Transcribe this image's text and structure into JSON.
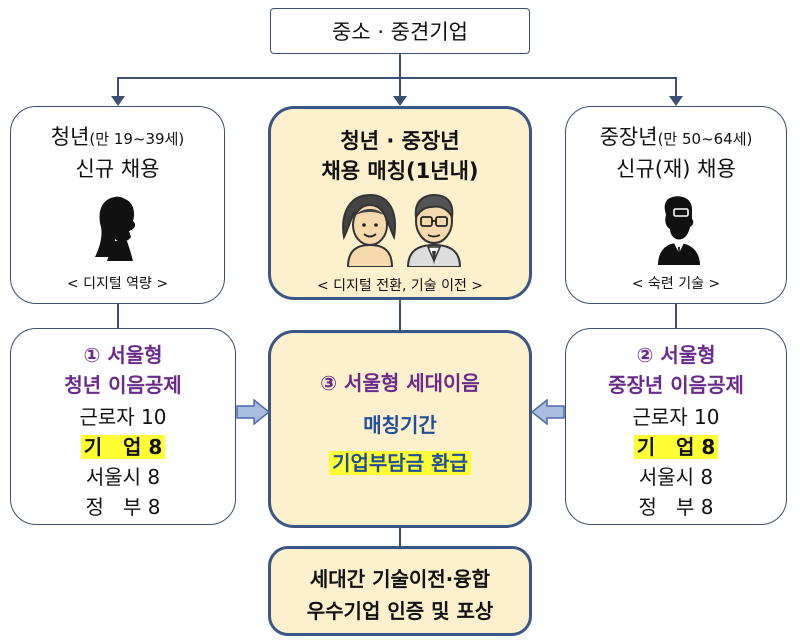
{
  "top": {
    "title": "중소 · 중견기업"
  },
  "left_top": {
    "line1_main": "청년",
    "line1_paren": "(만 19~39세)",
    "line2": "신규 채용",
    "caption": "< 디지털 역량 >"
  },
  "center_top": {
    "line1": "청년 · 중장년",
    "line2": "채용 매칭(1년내)",
    "caption": "< 디지털 전환, 기술 이전 >"
  },
  "right_top": {
    "line1_main": "중장년",
    "line1_paren": "(만 50~64세)",
    "line2": "신규(재) 채용",
    "caption": "< 숙련 기술 >"
  },
  "left_bottom": {
    "title1": "① 서울형",
    "title2": "청년 이음공제",
    "rows": [
      "근로자 10",
      "기   업 8",
      "서울시 8",
      "정   부 8"
    ]
  },
  "center_bottom": {
    "title": "③ 서울형 세대이음",
    "line2": "매칭기간",
    "line3": "기업부담금 환급"
  },
  "right_bottom": {
    "title1": "② 서울형",
    "title2": "중장년 이음공제",
    "rows": [
      "근로자 10",
      "기   업 8",
      "서울시 8",
      "정   부 8"
    ]
  },
  "bottom": {
    "line1": "세대간 기술이전·융합",
    "line2": "우수기업 인증 및 포상"
  },
  "colors": {
    "accent_border": "#3b5685",
    "fill": "#fdf0cd",
    "highlight": "#ffff33",
    "purple_text": "#6a2a8c",
    "blue_text": "#1f4e9a"
  },
  "icons": [
    "young-woman-icon",
    "young-and-senior-couple-icon",
    "senior-man-suit-icon",
    "right-arrow-icon",
    "left-arrow-icon"
  ]
}
